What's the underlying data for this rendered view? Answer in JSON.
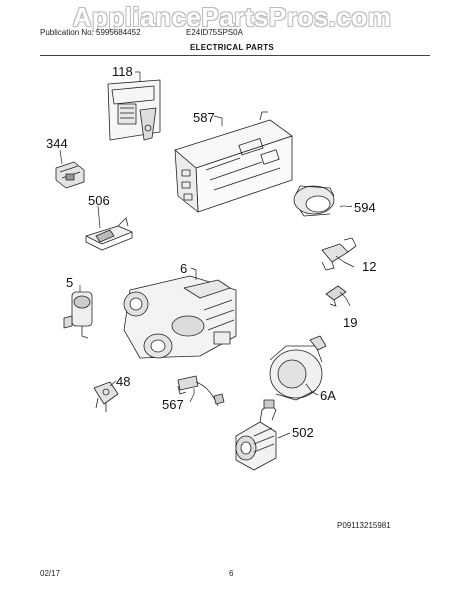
{
  "watermark": "AppliancePartsPros.com",
  "header": {
    "publication": "Publication No: 5995684452",
    "model": "E24ID75SPS0A",
    "section_title": "ELECTRICAL PARTS"
  },
  "callouts": {
    "c118": "118",
    "c587": "587",
    "c344": "344",
    "c506": "506",
    "c594": "594",
    "c5": "5",
    "c6": "6",
    "c12": "12",
    "c19": "19",
    "c48": "48",
    "c567": "567",
    "c6a": "6A",
    "c502": "502"
  },
  "footer": {
    "diagram_id": "P09113215981",
    "date": "02/17",
    "page": "6"
  }
}
